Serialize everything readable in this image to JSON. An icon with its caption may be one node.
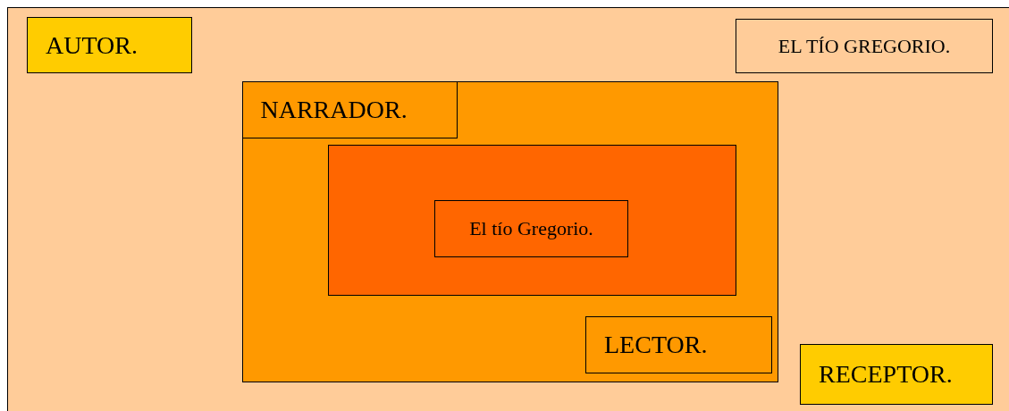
{
  "diagram": {
    "nodes": [
      {
        "text": [
          "AUTOR."
        ]
      },
      {
        "text": [
          "EL TÍO GREGORIO."
        ]
      },
      {
        "text": [],
        "shape": "box"
      },
      {
        "text": [
          "NARRADOR."
        ],
        "in": 2
      },
      {
        "text": [],
        "shape": "box",
        "in": 2
      },
      {
        "text": [
          "El tío Gregorio."
        ],
        "in": 4
      },
      {
        "text": [
          "LECTOR."
        ],
        "in": 2
      },
      {
        "text": [
          "RECEPTOR."
        ]
      }
    ]
  }
}
